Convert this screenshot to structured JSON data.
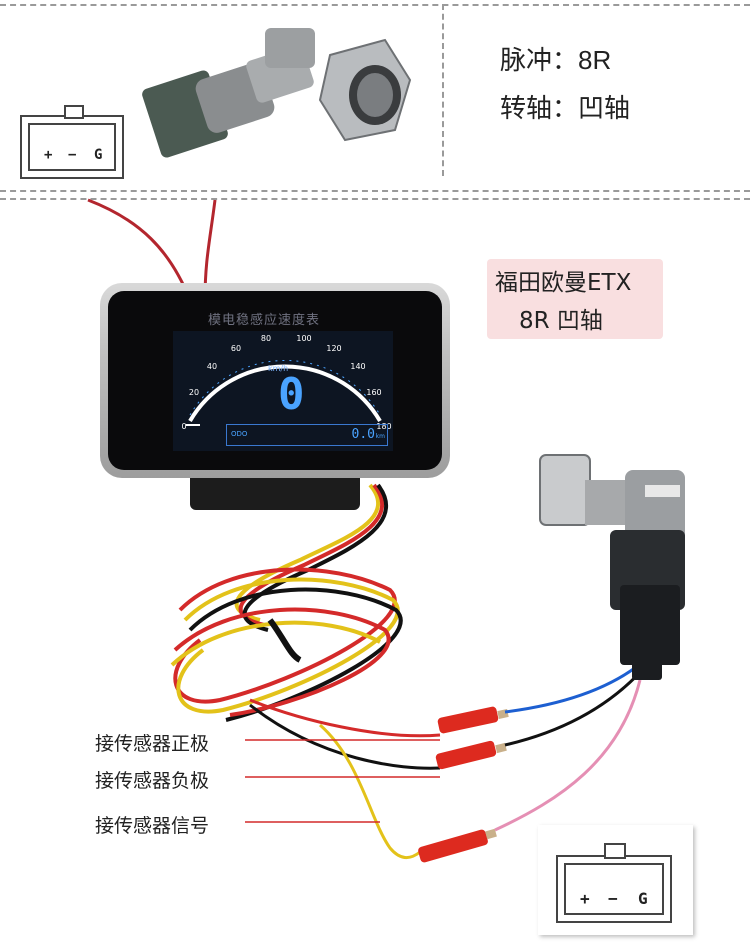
{
  "spec": {
    "pulse_label": "脉冲：",
    "pulse_value": "8R",
    "shaft_label": "转轴：",
    "shaft_value": "凹轴"
  },
  "connector_pins": [
    "+",
    "−",
    "G"
  ],
  "gauge": {
    "title": "模电稳感应速度表",
    "unit": "km/h",
    "speed": "0",
    "odometer": "0.0",
    "odometer_unit": "km",
    "odo_icon": "ODO",
    "scale_ticks": [
      "0",
      "20",
      "40",
      "60",
      "80",
      "100",
      "120",
      "140",
      "160",
      "180"
    ]
  },
  "card": {
    "line1": "福田欧曼ETX",
    "line2": "8R  凹轴"
  },
  "wire_labels": [
    "接传感器正极",
    "接传感器负极",
    "接传感器信号"
  ],
  "colors": {
    "lcd_blue": "#4aa3ff",
    "card_pink": "#f9dfe0",
    "wire_red": "#d42a2a",
    "wire_yellow": "#e3c21a",
    "wire_blue": "#1d5fd1",
    "wire_pink": "#e58fb4"
  }
}
